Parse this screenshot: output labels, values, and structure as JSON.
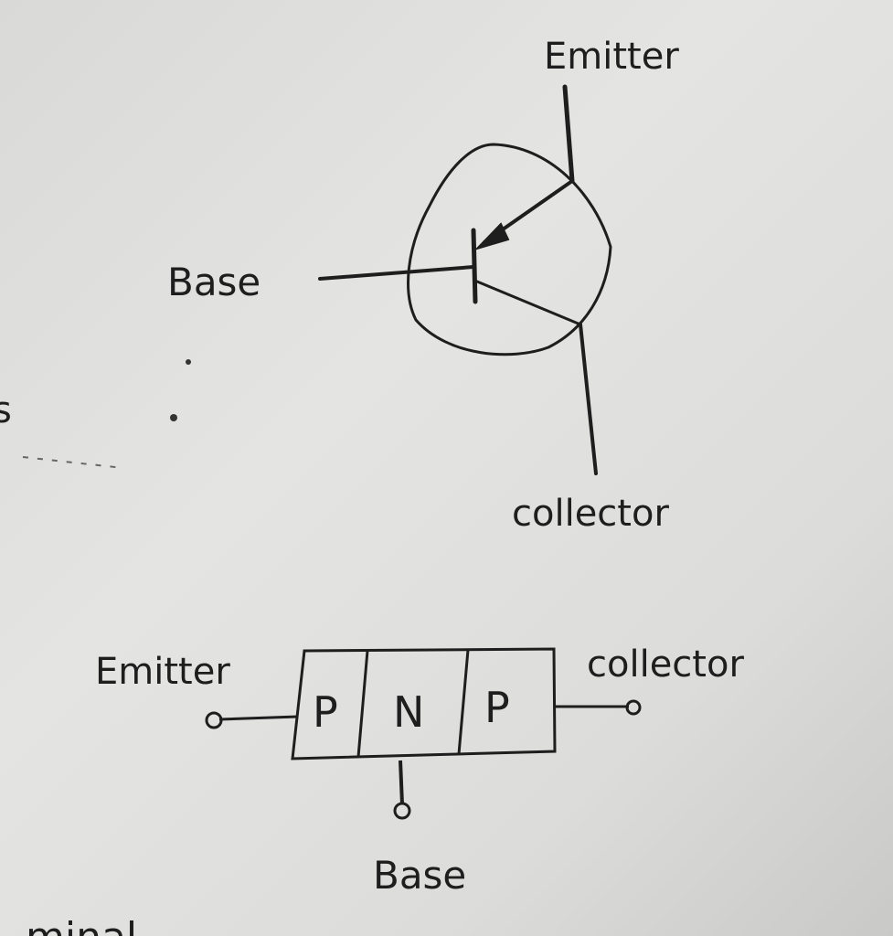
{
  "symbol": {
    "emitter_label": "Emitter",
    "base_label": "Base",
    "collector_label": "collector"
  },
  "block": {
    "emitter_label": "Emitter",
    "collector_label": "collector",
    "base_label": "Base",
    "regions": [
      "P",
      "N",
      "P"
    ]
  },
  "margin": {
    "partial_text_left": "s",
    "partial_text_bottom": "minal"
  },
  "colors": {
    "ink": "#1e1e1e",
    "paper": "#dededc"
  }
}
